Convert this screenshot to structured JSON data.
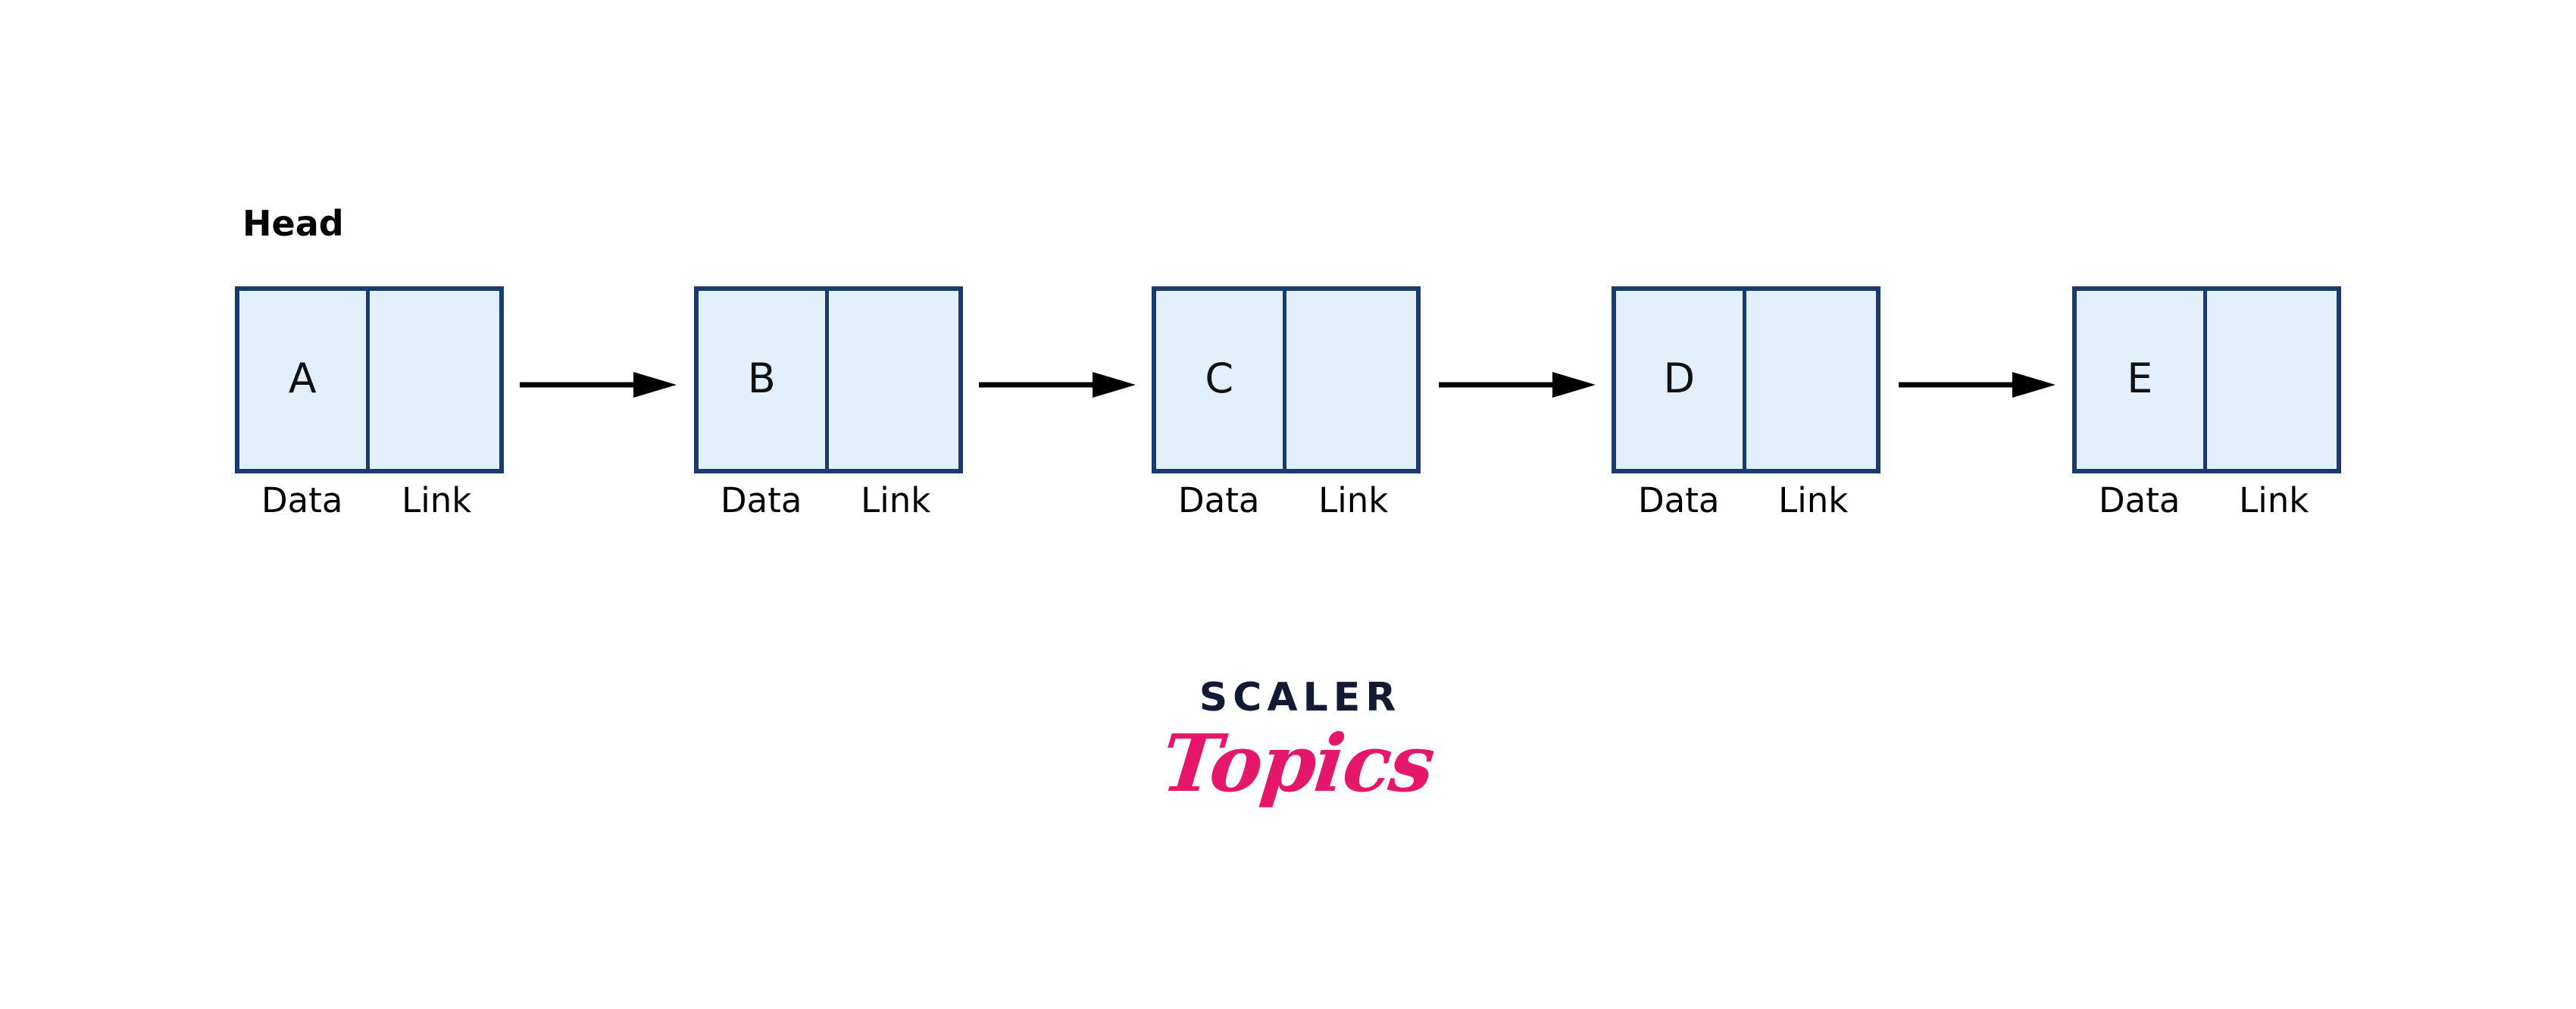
{
  "diagram": {
    "title_label": "Head",
    "background_color": "#ffffff",
    "node_fill_color": "#e1f0fb",
    "node_border_color": "#1b3b6f",
    "arrow_color": "#000000",
    "caption_data": "Data",
    "caption_link": "Link",
    "nodes": [
      {
        "value": "A",
        "data_caption": "Data",
        "link_caption": "Link"
      },
      {
        "value": "B",
        "data_caption": "Data",
        "link_caption": "Link"
      },
      {
        "value": "C",
        "data_caption": "Data",
        "link_caption": "Link"
      },
      {
        "value": "D",
        "data_caption": "Data",
        "link_caption": "Link"
      },
      {
        "value": "E",
        "data_caption": "Data",
        "link_caption": "Link"
      }
    ],
    "arrows": [
      {
        "from": "A",
        "to": "B"
      },
      {
        "from": "B",
        "to": "C"
      },
      {
        "from": "C",
        "to": "D"
      },
      {
        "from": "D",
        "to": "E"
      }
    ]
  },
  "logo": {
    "primary_text": "SCALER",
    "secondary_text": "Topics",
    "primary_color": "#131a33",
    "secondary_color": "#e5176b"
  }
}
